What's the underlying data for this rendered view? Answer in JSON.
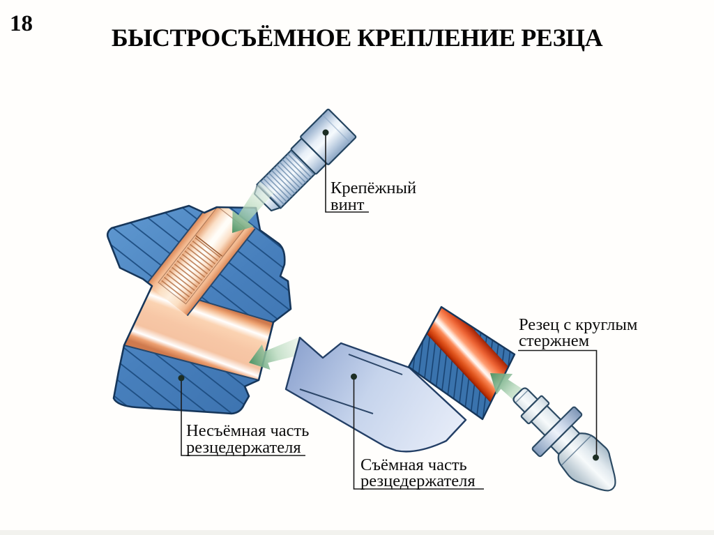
{
  "page": {
    "number": "18",
    "title": "БЫСТРОСЪЁМНОЕ КРЕПЛЕНИЕ РЕЗЦА"
  },
  "diagram": {
    "labels": {
      "screw": {
        "line1": "Крепёжный",
        "line2": "винт"
      },
      "cutter": {
        "line1": "Резец с круглым",
        "line2": "стержнем"
      },
      "fixed": {
        "line1": "Несъёмная часть",
        "line2": "резцедержателя"
      },
      "removable": {
        "line1": "Съёмная часть",
        "line2": "резцедержателя"
      }
    },
    "colors": {
      "holder_blue": "#4880bd",
      "removable_light_blue": "#c6d4ec",
      "bore_pink": "#f7c7a6",
      "bore_red": "#e2571f",
      "metal_gray": "#e2eaef",
      "arrow_green": "#6fae84",
      "outline_navy": "#16365a"
    }
  }
}
